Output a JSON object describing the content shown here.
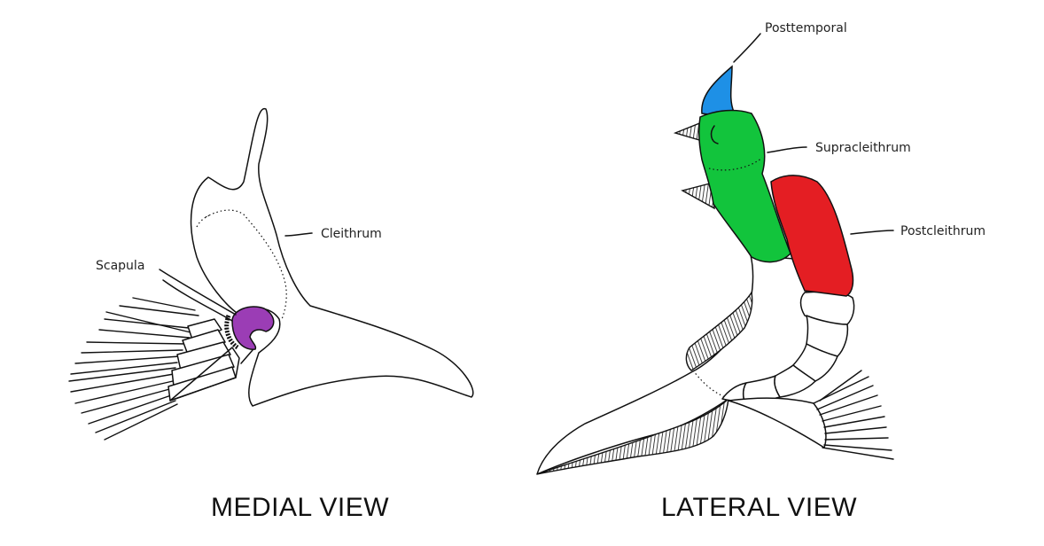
{
  "colors": {
    "scapula": "#9b3db5",
    "posttemporal": "#1e90e6",
    "supracleithrum": "#12c43c",
    "postcleithrum": "#e41e23",
    "ink": "#111111"
  },
  "medial": {
    "title": "MEDIAL VIEW",
    "labels": {
      "scapula": "Scapula",
      "cleithrum": "Cleithrum"
    }
  },
  "lateral": {
    "title": "LATERAL VIEW",
    "labels": {
      "posttemporal": "Posttemporal",
      "supracleithrum": "Supracleithrum",
      "postcleithrum": "Postcleithrum"
    }
  }
}
